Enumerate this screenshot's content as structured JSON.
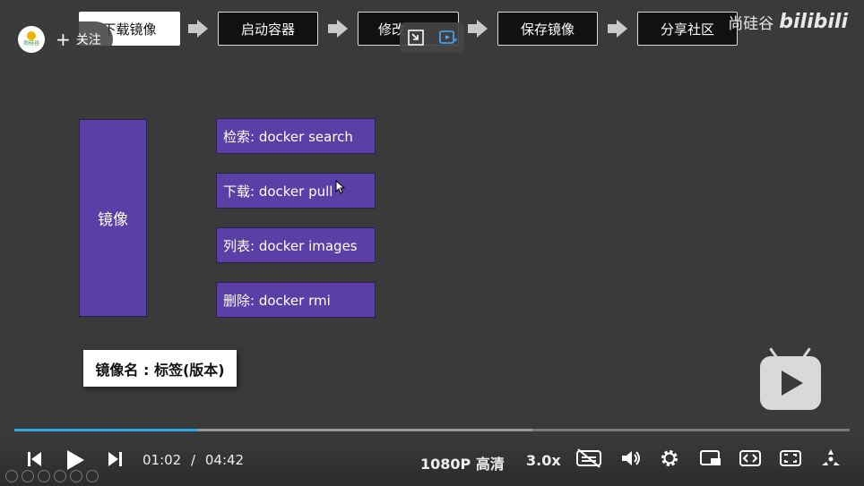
{
  "steps": [
    {
      "label": "下载镜像",
      "active": true
    },
    {
      "label": "启动容器",
      "active": false
    },
    {
      "label": "修改",
      "active": false
    },
    {
      "label": "保存镜像",
      "active": false
    },
    {
      "label": "分享社区",
      "active": false
    }
  ],
  "uploader": {
    "follow_label": "关注",
    "avatar_text": "尚硅谷"
  },
  "watermark": {
    "text": "尚硅谷",
    "logo_text": "bilibili"
  },
  "diagram": {
    "image_label": "镜像",
    "commands": [
      {
        "label": "检索:  docker search"
      },
      {
        "label": "下载:  docker pull"
      },
      {
        "label": "列表:  docker images"
      },
      {
        "label": "删除:  docker rmi"
      }
    ],
    "tag_label": "镜像名 : 标签(版本)"
  },
  "player": {
    "current_time": "01:02",
    "separator": "/",
    "duration": "04:42",
    "quality": "1080P 高清",
    "speed": "3.0x",
    "progress_fraction": 0.22,
    "buffer_fraction": 0.62,
    "accent_color": "#2ea6e0"
  },
  "colors": {
    "box_purple": "#5a3fa6",
    "background": "#3a3a3a"
  }
}
